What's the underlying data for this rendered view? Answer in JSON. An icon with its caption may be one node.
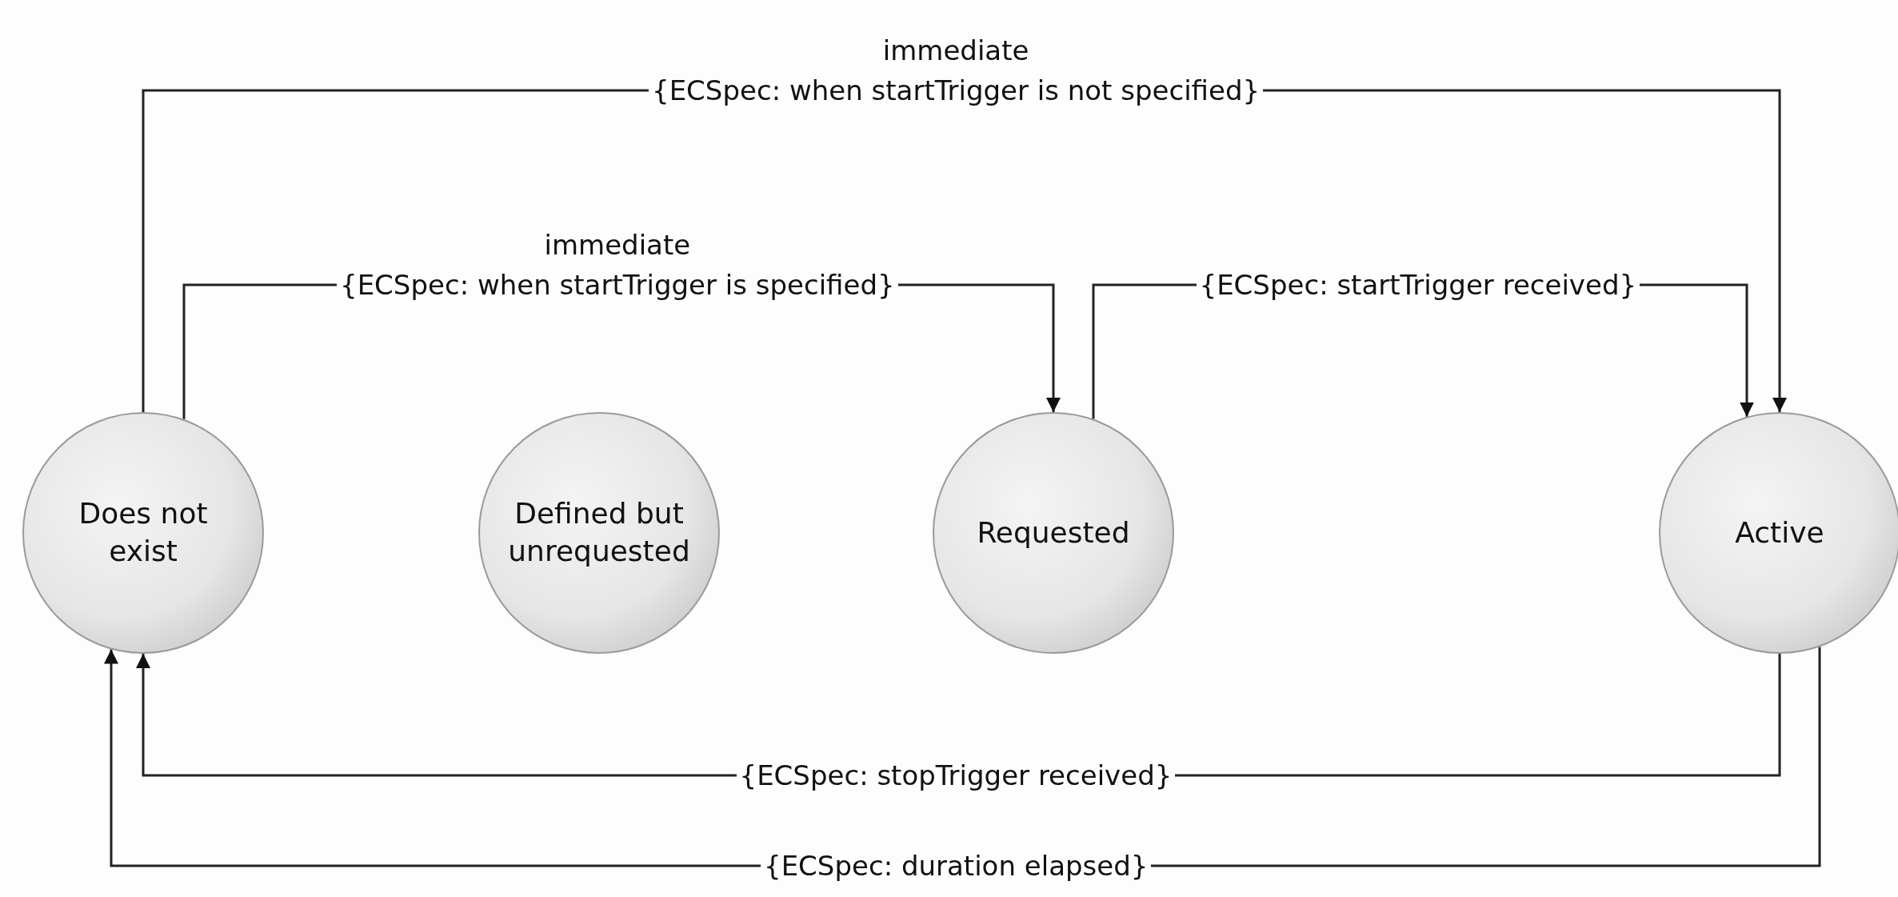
{
  "diagram": {
    "nodes": [
      {
        "text": [
          "Does not exist"
        ]
      },
      {
        "text": [
          "Defined but unrequested"
        ]
      },
      {
        "text": [
          "Requested"
        ]
      },
      {
        "text": [
          "Active"
        ]
      }
    ],
    "edges": [
      {
        "from": 0,
        "to": 3,
        "arrow": "to",
        "label": "immediate {ECSpec: when startTrigger is not specified}"
      },
      {
        "from": 0,
        "to": 2,
        "arrow": "to",
        "label": "immediate {ECSpec: when startTrigger is specified}"
      },
      {
        "from": 2,
        "to": 3,
        "arrow": "to",
        "label": "{ECSpec: startTrigger received}"
      },
      {
        "from": 3,
        "to": 0,
        "arrow": "to",
        "label": "{ECSpec: stopTrigger received}"
      },
      {
        "from": 3,
        "to": 0,
        "arrow": "to",
        "label": "{ECSpec: duration elapsed}"
      }
    ]
  }
}
